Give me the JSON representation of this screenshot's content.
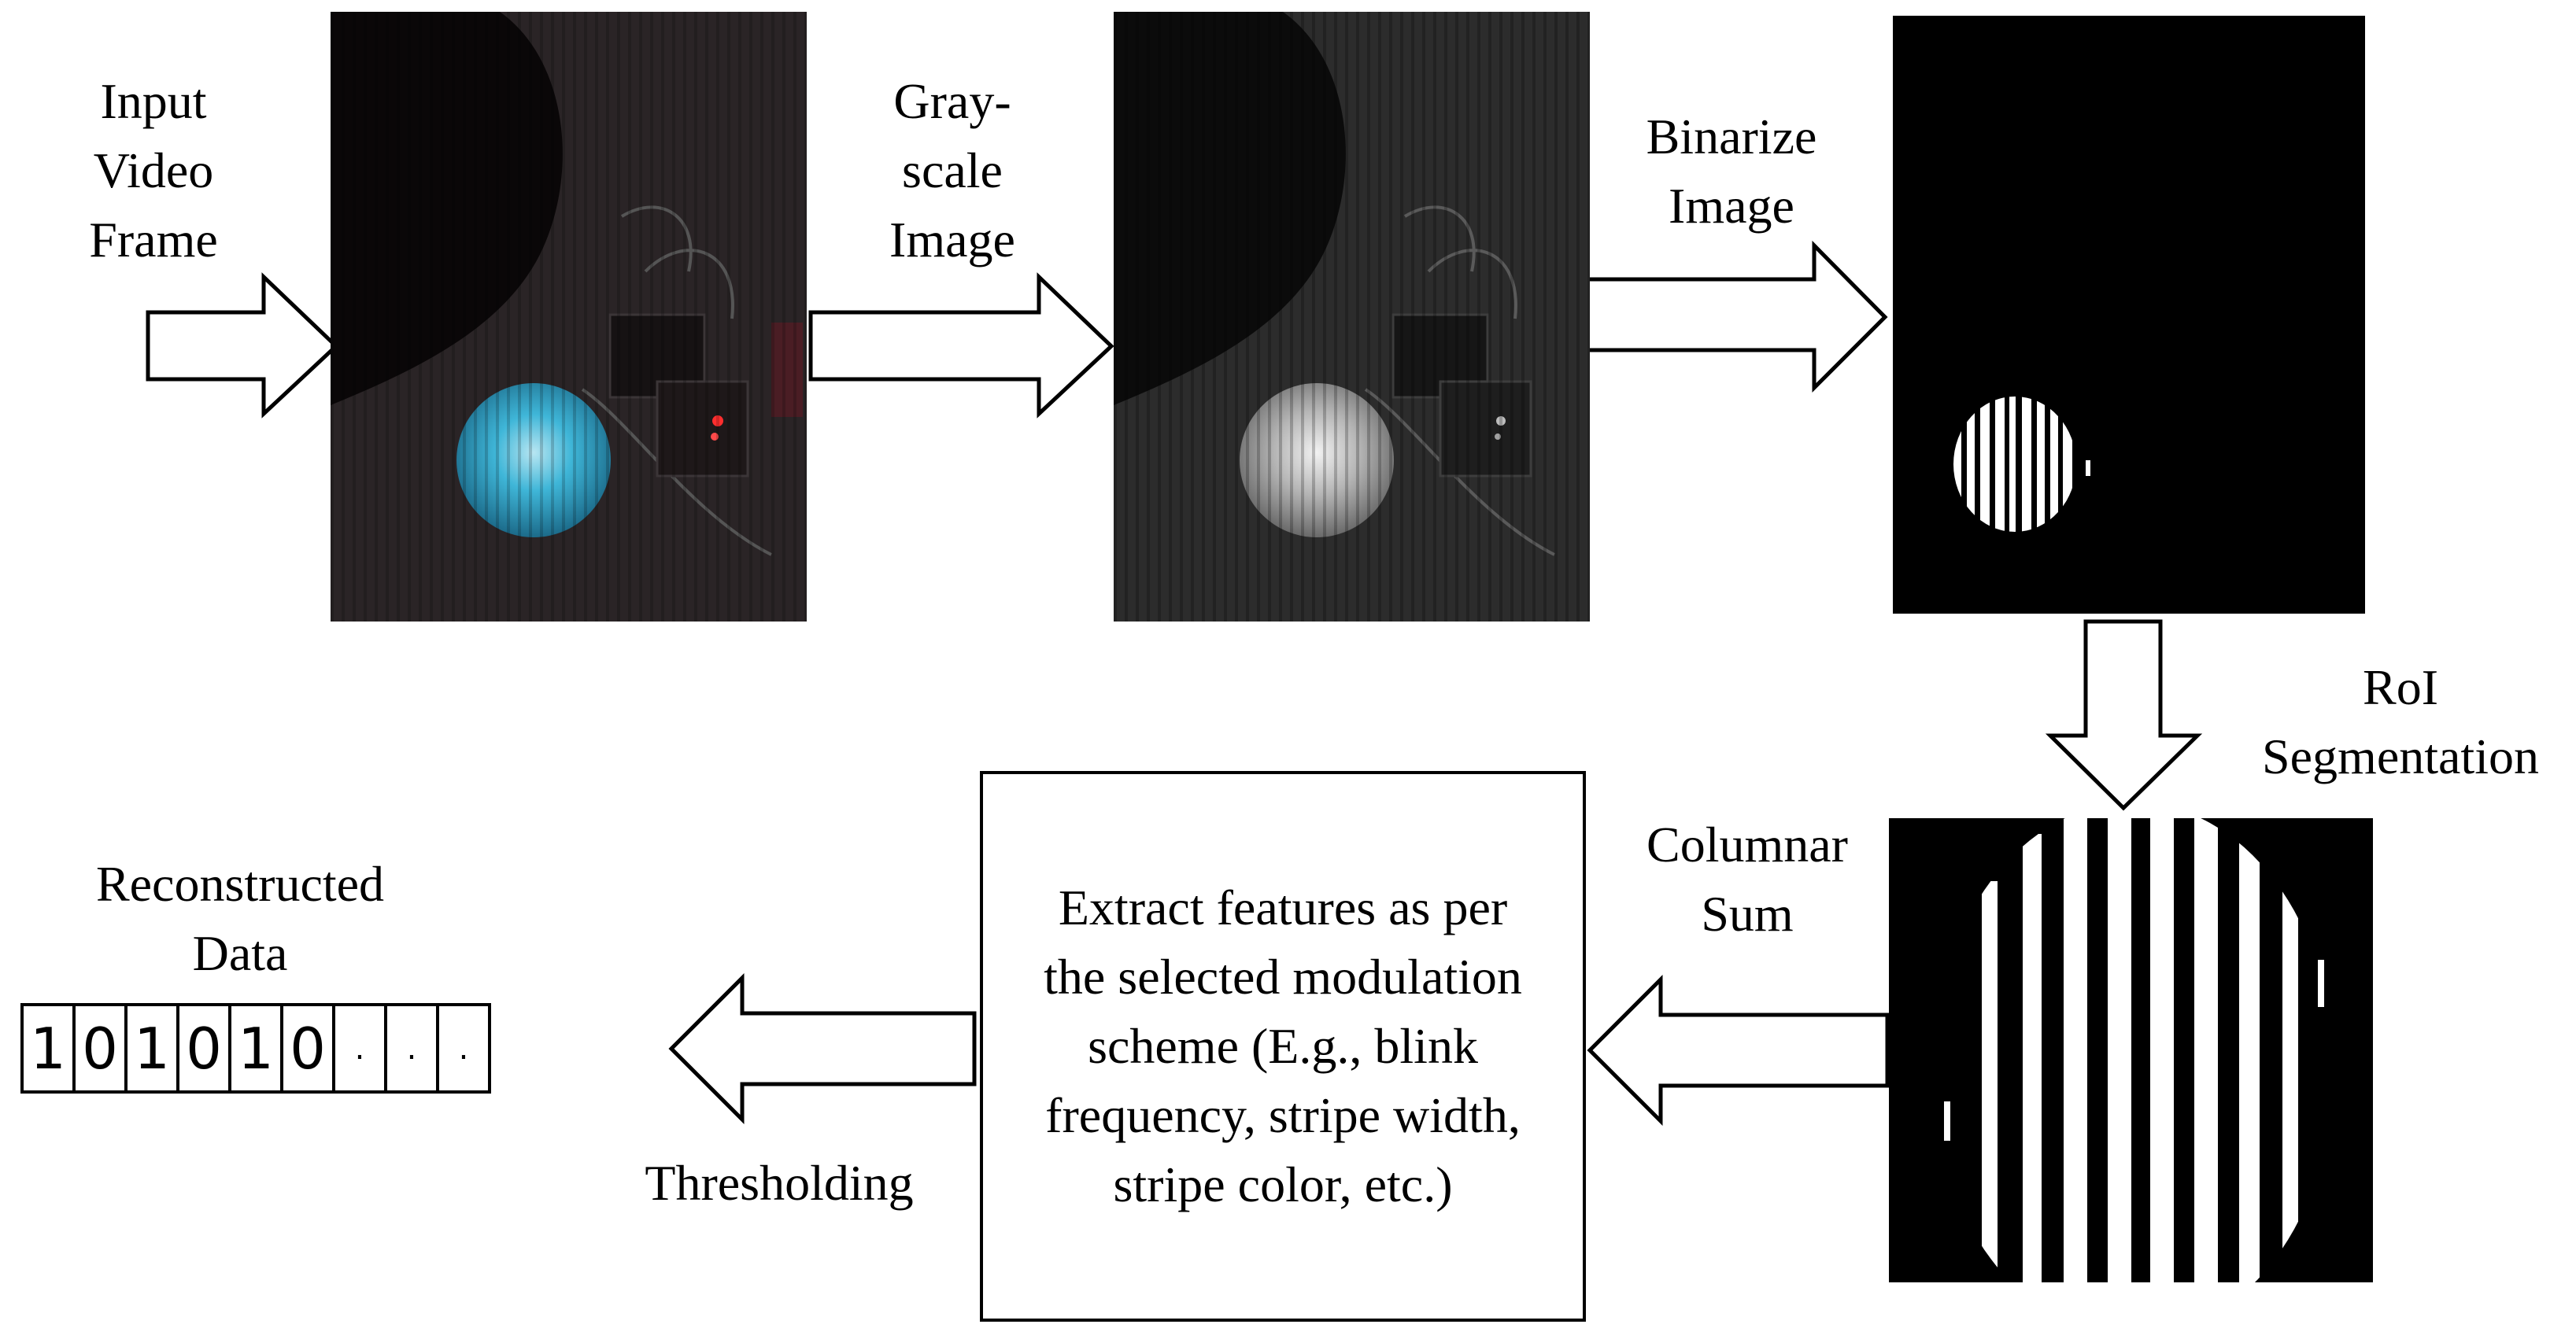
{
  "labels": {
    "input": [
      "Input",
      "Video",
      "Frame"
    ],
    "grayscale": [
      "Gray-",
      "scale",
      "Image"
    ],
    "binarize": [
      "Binarize",
      "Image"
    ],
    "roi": [
      "RoI",
      "Segmentation"
    ],
    "columnar": [
      "Columnar",
      "Sum"
    ],
    "reconstructed": [
      "Reconstructed",
      "Data"
    ],
    "thresholding": "Thresholding"
  },
  "feature_box": {
    "lines": [
      "Extract features as per",
      "the selected modulation",
      "scheme (E.g., blink",
      "frequency, stripe width,",
      "stripe color, etc.)"
    ]
  },
  "bits": [
    "1",
    "0",
    "1",
    "0",
    "1",
    "0",
    ".",
    ".",
    "."
  ],
  "colors": {
    "frame_background": "#2a2426",
    "led_glow": "#3fb6d8",
    "grayscale_background": "#2c2c2c",
    "binary_background": "#000000",
    "stripe": "#ffffff"
  }
}
